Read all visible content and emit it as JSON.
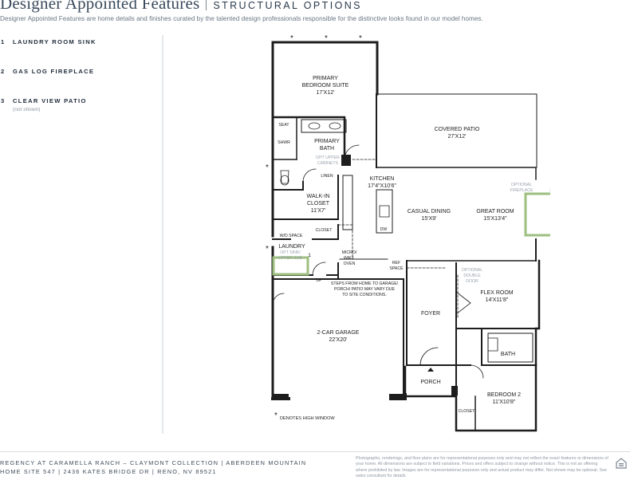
{
  "header": {
    "title": "Designer Appointed Features",
    "subtitle": "STRUCTURAL OPTIONS",
    "description": "Designer Appointed Features are home details and finishes curated by the talented design professionals responsible for the distinctive looks found in our model homes."
  },
  "features": [
    {
      "number": "1",
      "label": "LAUNDRY ROOM SINK",
      "note": ""
    },
    {
      "number": "2",
      "label": "GAS LOG FIREPLACE",
      "note": ""
    },
    {
      "number": "3",
      "label": "CLEAR VIEW PATIO",
      "note": "(not shown)"
    }
  ],
  "plan": {
    "rooms": {
      "primary_suite": {
        "name1": "PRIMARY",
        "name2": "BEDROOM SUITE",
        "size": "17'X12'"
      },
      "covered_patio": {
        "name": "COVERED PATIO",
        "size": "27'X12'"
      },
      "primary_bath": {
        "name1": "PRIMARY",
        "name2": "BATH"
      },
      "kitchen": {
        "name": "KITCHEN",
        "size": "17'4\"X10'6\""
      },
      "walk_in_closet": {
        "name1": "WALK-IN",
        "name2": "CLOSET",
        "size": "11'X7'"
      },
      "casual_dining": {
        "name": "CASUAL DINING",
        "size": "15'X9'"
      },
      "great_room": {
        "name": "GREAT ROOM",
        "size": "15'X13'4\""
      },
      "laundry": {
        "name": "LAUNDRY"
      },
      "flex_room": {
        "name": "FLEX ROOM",
        "size": "14'X11'8\""
      },
      "foyer": {
        "name": "FOYER"
      },
      "garage": {
        "name": "2-CAR GARAGE",
        "size": "22'X20'"
      },
      "bath": {
        "name": "BATH"
      },
      "porch": {
        "name": "PORCH"
      },
      "bedroom2": {
        "name": "BEDROOM 2",
        "size": "11'X10'8\""
      }
    },
    "labels": {
      "seat": "SEAT",
      "shwr": "SHWR",
      "opt_upper_cab1": "OPT UPPER",
      "opt_upper_cab2": "CABINETS",
      "linen": "LINEN",
      "wd_space": "W/D SPACE",
      "closet": "CLOSET",
      "opt_sink1": "OPT SINK/",
      "opt_sink2": "UPPER CAB",
      "micro1": "MICRO/",
      "micro2": "WALL",
      "micro3": "OVEN",
      "ref1": "REF",
      "ref2": "SPACE",
      "dw": "DW",
      "opt_fireplace1": "OPTIONAL",
      "opt_fireplace2": "FIREPLACE",
      "opt_door1": "OPTIONAL",
      "opt_door2": "DOUBLE",
      "opt_door3": "DOOR",
      "up": "UP",
      "steps1": "STEPS FROM HOME TO GARAGE/",
      "steps2": "PORCH/ PATIO MAY VARY DUE",
      "steps3": "TO SITE CONDITIONS.",
      "closet_b2": "CLOSET",
      "marker1": "1",
      "marker2": "2",
      "legend": "DENOTES HIGH WINDOW",
      "asterisk": "*"
    }
  },
  "footer": {
    "line1": "REGENCY AT CARAMELLA RANCH – CLAYMONT COLLECTION  |  ABERDEEN MOUNTAIN",
    "line2": "HOME SITE 547  |  2436 KATES BRIDGE DR  |  RENO, NV 89521",
    "disclaimer": "Photographs, renderings, and floor plans are for representational purposes only and may not reflect the exact features or dimensions of your home. All dimensions are subject to field variations. Prices and offers subject to change without notice. This is not an offering where prohibited by law. Images are for representational purposes only and actual product may differ. Not shown may be optional. See sales consultant for details."
  },
  "colors": {
    "wall": "#1d1d1d",
    "option_highlight": "#9dbf7f",
    "navy": "#1f2b3a",
    "divider": "#e6e9ec"
  },
  "icons": {
    "equal_housing": "equal-housing-icon"
  }
}
